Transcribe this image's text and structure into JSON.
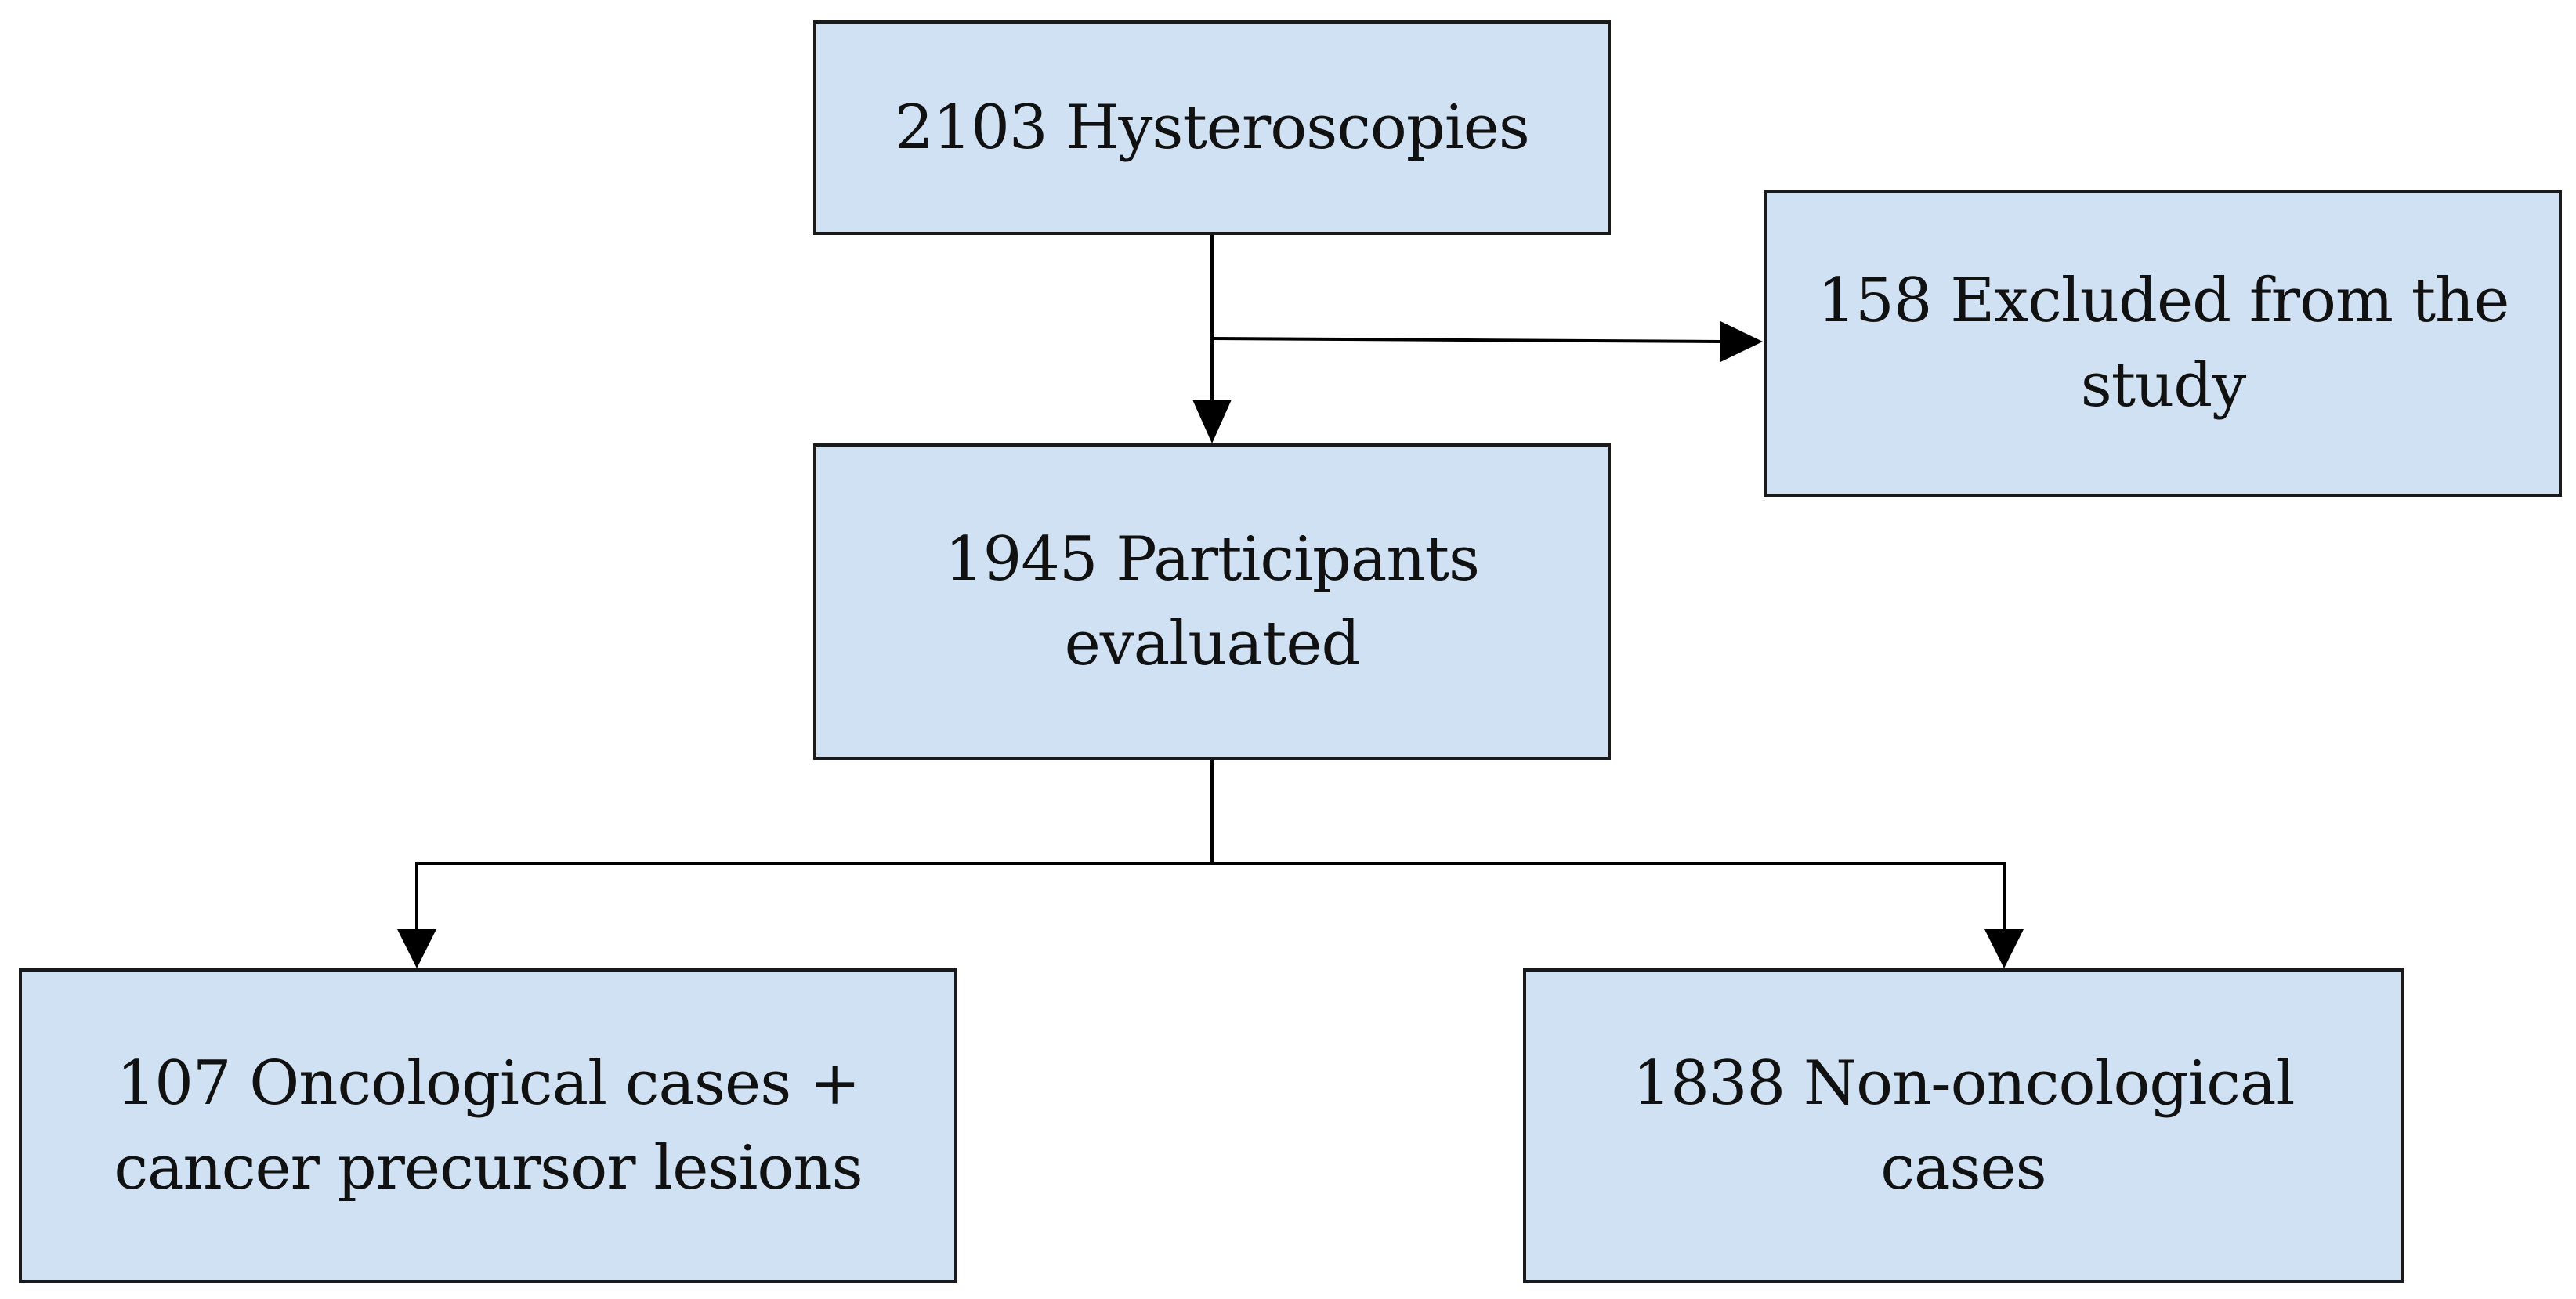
{
  "flowchart": {
    "hysteroscopies": {
      "lines": [
        "2103 Hysteroscopies"
      ]
    },
    "excluded": {
      "lines": [
        "158 Excluded from the",
        "study"
      ]
    },
    "participants": {
      "lines": [
        "1945 Participants",
        "evaluated"
      ]
    },
    "oncological": {
      "lines": [
        "107 Oncological cases +",
        "cancer precursor lesions"
      ]
    },
    "non_oncological": {
      "lines": [
        "1838 Non-oncological",
        "cases"
      ]
    }
  },
  "colors": {
    "box_fill": "#cfe1f3",
    "box_border": "#1a1a1a",
    "connector": "#000000"
  }
}
